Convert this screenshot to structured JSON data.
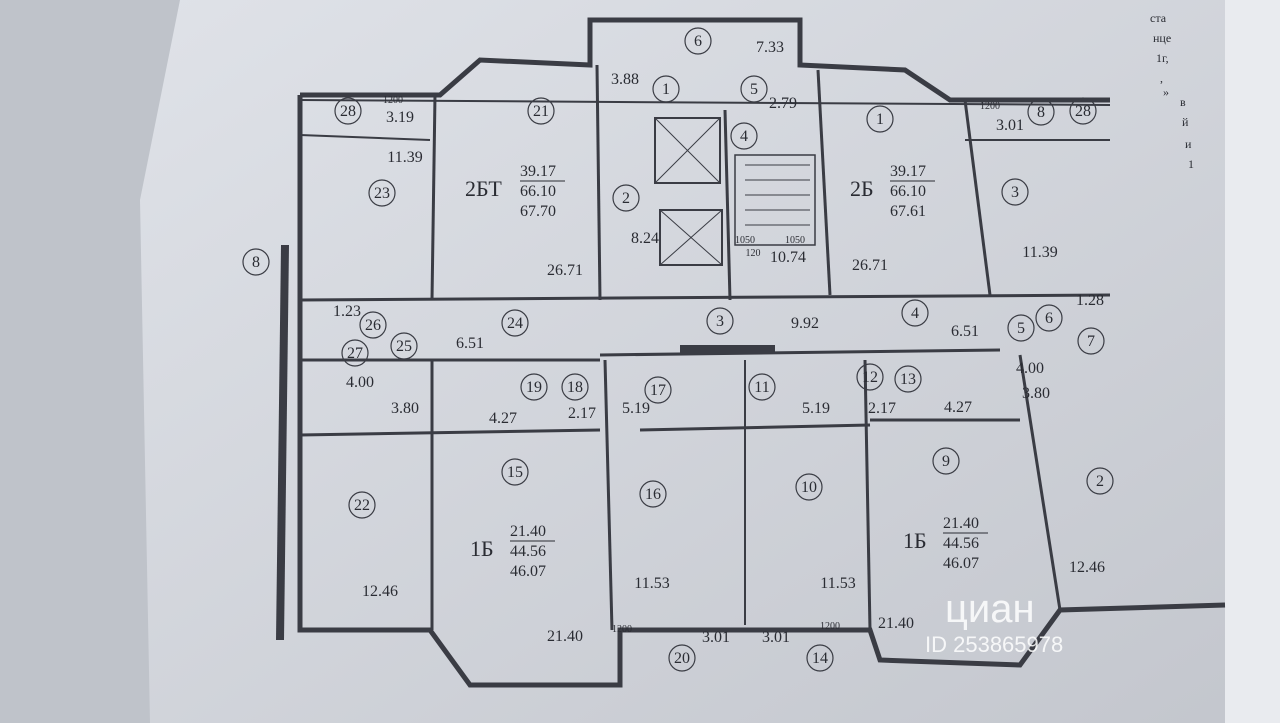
{
  "apartments": [
    {
      "type": "2БТ",
      "living": "39.17",
      "total": "66.10",
      "with_balcony": "67.70"
    },
    {
      "type": "2Б",
      "living": "39.17",
      "total": "66.10",
      "with_balcony": "67.61"
    },
    {
      "type": "1Б",
      "living": "21.40",
      "total": "44.56",
      "with_balcony": "46.07"
    },
    {
      "type": "1Б",
      "living": "21.40",
      "total": "44.56",
      "with_balcony": "46.07"
    }
  ],
  "areas": [
    "7.33",
    "3.88",
    "2.79",
    "3.19",
    "3.01",
    "11.39",
    "11.39",
    "8.24",
    "10.74",
    "26.71",
    "26.71",
    "1.23",
    "1.28",
    "6.51",
    "9.92",
    "6.51",
    "4.00",
    "4.00",
    "3.80",
    "3.80",
    "4.27",
    "4.27",
    "2.17",
    "2.17",
    "5.19",
    "5.19",
    "12.46",
    "12.46",
    "11.53",
    "11.53",
    "21.40",
    "21.40",
    "3.01",
    "3.01"
  ],
  "room_numbers": [
    "6",
    "1",
    "5",
    "28",
    "21",
    "4",
    "1",
    "8",
    "28",
    "23",
    "2",
    "3",
    "24",
    "3",
    "4",
    "26",
    "5",
    "6",
    "27",
    "25",
    "7",
    "19",
    "18",
    "17",
    "11",
    "12",
    "13",
    "15",
    "22",
    "16",
    "10",
    "9",
    "2",
    "20",
    "14",
    "8"
  ],
  "dimensions": [
    "1200",
    "1200",
    "1050",
    "1050",
    "120",
    "1200",
    "1200"
  ],
  "side_text": [
    "ста",
    "нце",
    "1г,",
    ",",
    "»",
    "в",
    "й",
    "и",
    "1"
  ],
  "watermark": {
    "brand": "циан",
    "id": "ID 253865978"
  }
}
